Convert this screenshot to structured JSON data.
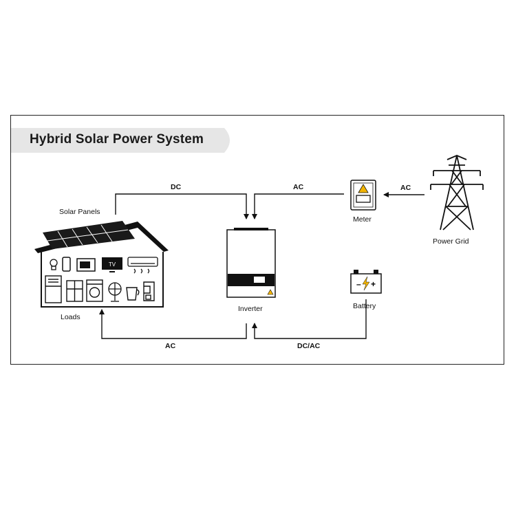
{
  "title": "Hybrid Solar Power System",
  "nodes": {
    "solar_panels": "Solar Panels",
    "loads": "Loads",
    "inverter": "Inverter",
    "meter": "Meter",
    "power_grid": "Power Grid",
    "battery": "Battery"
  },
  "flows": {
    "solar_to_inverter": "DC",
    "meter_to_inverter": "AC",
    "grid_to_meter": "AC",
    "inverter_to_loads": "AC",
    "inverter_battery": "DC/AC"
  },
  "appliances": {
    "tv_label": "TV"
  }
}
